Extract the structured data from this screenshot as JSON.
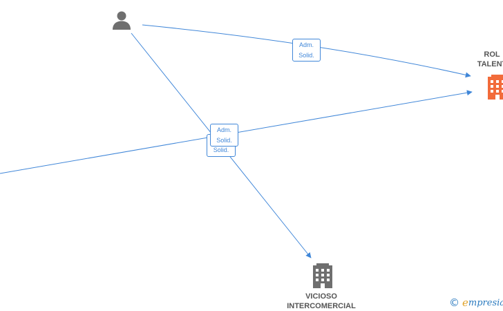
{
  "colors": {
    "edge": "#3f86d8",
    "badge_text": "#3f86d8",
    "person_icon": "#6f6f6f",
    "company_main": "#f26b3a",
    "company_other": "#6f6f6f",
    "label": "#555555",
    "brand": "#2a7abf"
  },
  "nodes": {
    "person": {
      "icon": "person-icon"
    },
    "rol_talent": {
      "label_line1": "ROL",
      "label_line2": "TALENT",
      "icon": "building-icon"
    },
    "vicioso": {
      "label_line1": "VICIOSO",
      "label_line2": "INTERCOMERCIAL",
      "icon": "building-icon"
    }
  },
  "edges": [
    {
      "from": "person",
      "to": "rol_talent",
      "label_line1": "Adm.",
      "label_line2": "Solid."
    },
    {
      "from": "offscreen-left",
      "to": "rol_talent",
      "label_line1": "Adm.",
      "label_line2": "Solid."
    },
    {
      "from": "person",
      "to": "vicioso",
      "label_line1": "",
      "label_line2": "Solid."
    }
  ],
  "watermark": {
    "copyright": "©",
    "brand": "mpresia",
    "brand_initial": "e"
  }
}
